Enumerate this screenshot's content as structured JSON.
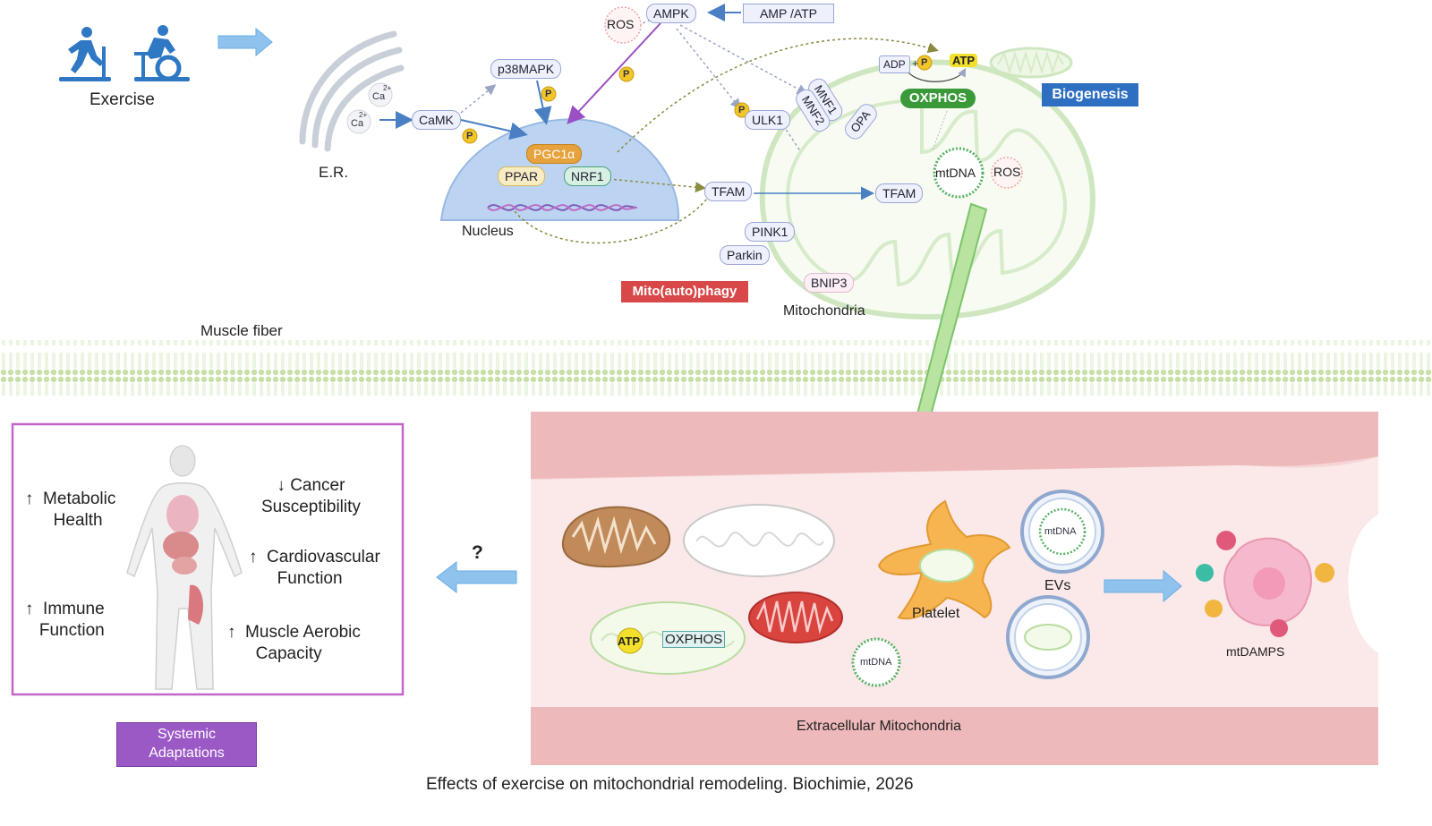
{
  "labels": {
    "exercise": "Exercise",
    "er": "E.R.",
    "ca_ion": "Ca",
    "ca_charge": "2+",
    "camk": "CaMK",
    "p38mapk": "p38MAPK",
    "ros_top": "ROS",
    "ampk": "AMPK",
    "amp_atp": "AMP /ATP",
    "phospho": "P",
    "pgc1a": "PGC1α",
    "ppar": "PPAR",
    "nrf1": "NRF1",
    "nucleus": "Nucleus",
    "tfam_outer": "TFAM",
    "tfam_inner": "TFAM",
    "ulk1": "ULK1",
    "mnf1": "MNF1",
    "mnf2": "MNF2",
    "opa": "OPA",
    "adp": "ADP",
    "plus": "+",
    "atp_top": "ATP",
    "oxphos_top": "OXPHOS",
    "biogenesis": "Biogenesis",
    "mtdna_top": "mtDNA",
    "ros_mito": "ROS",
    "pink1": "PINK1",
    "parkin": "Parkin",
    "bnip3": "BNIP3",
    "mitophagy": "Mito(auto)phagy",
    "mitochondria": "Mitochondria",
    "muscle_fiber": "Muscle fiber",
    "question": "?",
    "effects": {
      "metabolic": "↑  Metabolic\n      Health",
      "cancer": "↓ Cancer\nSusceptibility",
      "cardio": "↑  Cardiovascular\n      Function",
      "immune": "↑  Immune\n   Function",
      "aerobic": "↑  Muscle Aerobic\n      Capacity"
    },
    "systemic": "Systemic\nAdaptations",
    "atp_vessel": "ATP",
    "oxphos_vessel": "OXPHOS",
    "mtdna_free": "mtDNA",
    "mtdna_ev": "mtDNA",
    "platelet": "Platelet",
    "evs": "EVs",
    "mtdamps": "mtDAMPS",
    "extracellular": "Extracellular Mitochondria",
    "caption": "Effects of exercise on mitochondrial remodeling. Biochimie, 2026"
  },
  "icons": [
    "treadmill-runner-icon",
    "exercise-bike-icon",
    "human-body-icon",
    "mitochondrion-icon",
    "platelet-icon",
    "extracellular-vesicle-icon"
  ],
  "colors": {
    "arrow_blue": "#6aaee6",
    "nucleus": "#bcd4f2",
    "mito_outline": "#cfe7c0",
    "pgc1a": "#e6a23c",
    "oxphos": "#3a9a3a",
    "biogenesis": "#2f6fc1",
    "mitophagy": "#d94848",
    "systemic": "#9b59c6",
    "effects_border": "#c466c9",
    "vessel": "#f3c9c9",
    "phospho": "#f3c628",
    "ampk_arrow": "#9a4fc2"
  }
}
